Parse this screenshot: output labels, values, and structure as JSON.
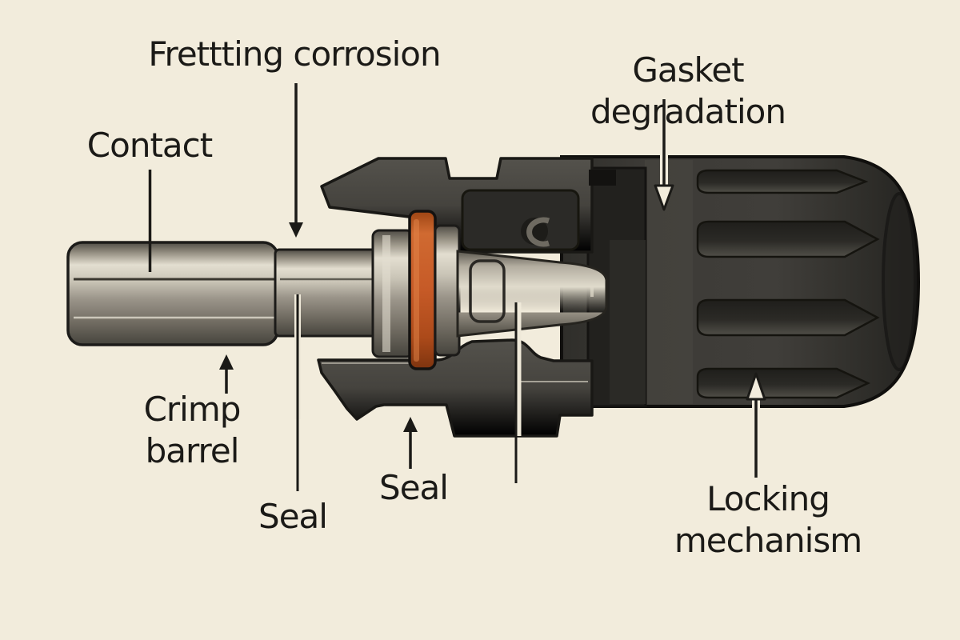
{
  "figure": {
    "kind": "technical-cutaway-diagram",
    "subject": "Solar cable connector cross-section with failure-point callouts"
  },
  "labels": {
    "fretting_corrosion": {
      "text": "Frettting corrosion"
    },
    "gasket_degradation": {
      "text": "Gasket degradation"
    },
    "contact": {
      "text": "Contact"
    },
    "crimp_barrel": {
      "text": "Crimp\nbarrel"
    },
    "seal_left": {
      "text": "Seal"
    },
    "seal_right": {
      "text": "Seal"
    },
    "locking_mechanism": {
      "text": "Locking\nmechanism"
    }
  },
  "colors": {
    "background": "#f2ecdc",
    "ink": "#1b1a17",
    "metal_light": "#e3ded0",
    "metal_mid": "#a8a296",
    "metal_dark": "#55524a",
    "housing_grey": "#45433e",
    "interior_black": "#201f1c",
    "body_charcoal": "#3b3935",
    "seal_orange": "#c65a27",
    "seal_orange_dark": "#8e3a12"
  }
}
